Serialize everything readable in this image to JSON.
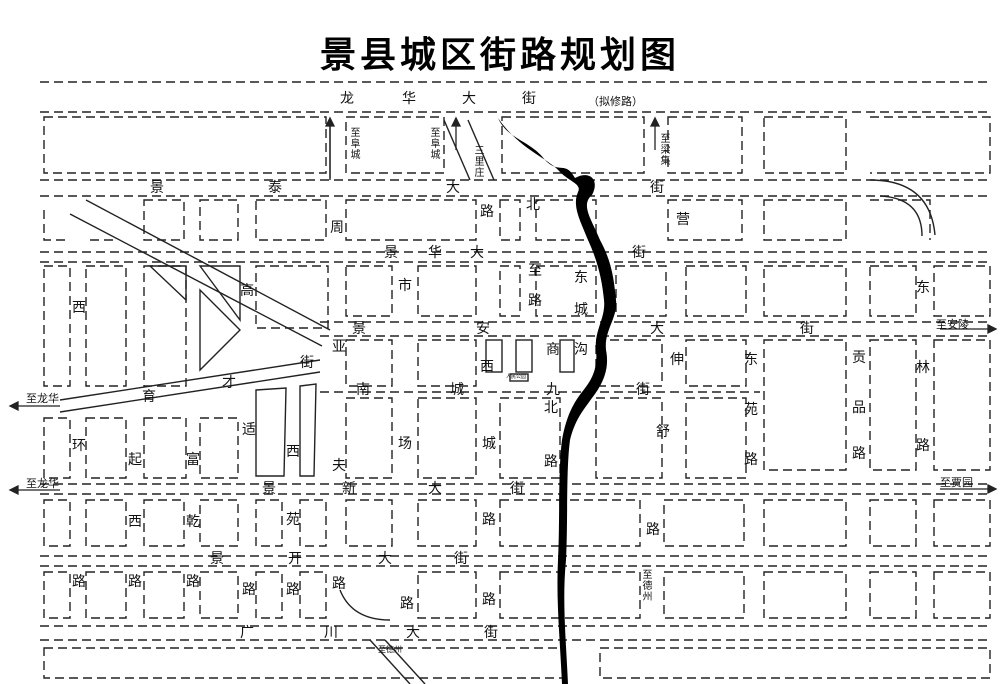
{
  "title": "景县城区街路规划图",
  "streets": {
    "longhua": {
      "chars": [
        "龙",
        "华",
        "大",
        "街"
      ],
      "note": "（拟修路）"
    },
    "jingtai": {
      "chars": [
        "景",
        "泰",
        "大",
        "街"
      ]
    },
    "jinghua": {
      "chars": [
        "景",
        "华",
        "大",
        "街"
      ]
    },
    "jingan": {
      "chars": [
        "景",
        "安",
        "大",
        "街"
      ]
    },
    "jingxin": {
      "chars": [
        "景",
        "新",
        "大",
        "街"
      ]
    },
    "jingkai": {
      "chars": [
        "景",
        "开",
        "大",
        "街"
      ]
    },
    "guangchuan": {
      "chars": [
        "广",
        "川",
        "大",
        "街"
      ]
    },
    "yucai": {
      "chars": [
        "育",
        "才",
        "街"
      ]
    },
    "nancheng": {
      "chars": [
        "南",
        "城",
        "街"
      ]
    },
    "zhou": {
      "chars": [
        "周"
      ]
    },
    "lu_a": {
      "chars": [
        "路"
      ]
    },
    "bei": {
      "chars": [
        "北"
      ]
    },
    "gao": {
      "chars": [
        "高"
      ]
    },
    "shi": {
      "chars": [
        "市"
      ]
    },
    "ying": {
      "chars": [
        "营"
      ]
    },
    "xi_a": {
      "chars": [
        "西"
      ]
    },
    "xi_b": {
      "chars": [
        "西"
      ]
    },
    "huan": {
      "chars": [
        "环"
      ]
    },
    "qi": {
      "chars": [
        "起"
      ]
    },
    "fu": {
      "chars": [
        "富"
      ]
    },
    "shi2": {
      "chars": [
        "适"
      ]
    },
    "xi_c": {
      "chars": [
        "西"
      ]
    },
    "fu2": {
      "chars": [
        "夫"
      ]
    },
    "chang": {
      "chars": [
        "场"
      ]
    },
    "cheng": {
      "chars": [
        "城"
      ]
    },
    "beilu": {
      "chars": [
        "北",
        "路"
      ]
    },
    "shen": {
      "chars": [
        "伸"
      ]
    },
    "shu": {
      "chars": [
        "舒"
      ]
    },
    "dong_a": {
      "chars": [
        "东"
      ]
    },
    "yuan": {
      "chars": [
        "苑"
      ]
    },
    "lu_b": {
      "chars": [
        "路"
      ]
    },
    "gong": {
      "chars": [
        "贡"
      ]
    },
    "pin": {
      "chars": [
        "品"
      ]
    },
    "lu_c": {
      "chars": [
        "路"
      ]
    },
    "dong_b": {
      "chars": [
        "东"
      ]
    },
    "lin": {
      "chars": [
        "林"
      ]
    },
    "lu_d": {
      "chars": [
        "路"
      ]
    },
    "zhi": {
      "chars": [
        "至"
      ]
    },
    "lu_e": {
      "chars": [
        "路"
      ]
    },
    "dong_c": {
      "chars": [
        "东"
      ]
    },
    "cheng2": {
      "chars": [
        "城"
      ]
    },
    "ya": {
      "chars": [
        "亚"
      ]
    },
    "shang": {
      "chars": [
        "商"
      ]
    },
    "xi_d": {
      "chars": [
        "西"
      ]
    },
    "gou": {
      "chars": [
        "沟"
      ]
    },
    "jiu": {
      "chars": [
        "九"
      ]
    },
    "qian": {
      "chars": [
        "乾"
      ]
    },
    "yuan2": {
      "chars": [
        "苑"
      ]
    },
    "lu_f": {
      "chars": [
        "路"
      ]
    },
    "lu_g": {
      "chars": [
        "路"
      ]
    },
    "lu_h": {
      "chars": [
        "路"
      ]
    },
    "lu_i": {
      "chars": [
        "路"
      ]
    },
    "lu_j": {
      "chars": [
        "路"
      ]
    },
    "lu_k": {
      "chars": [
        "路"
      ]
    },
    "lu_l": {
      "chars": [
        "路"
      ]
    },
    "lu_m": {
      "chars": [
        "路"
      ]
    },
    "lu_n": {
      "chars": [
        "路"
      ]
    },
    "lu_o": {
      "chars": [
        "路"
      ]
    },
    "lu_p": {
      "chars": [
        "路"
      ]
    }
  },
  "destinations": {
    "fucheng": "至阜城",
    "fucheng2": "至阜城",
    "sanli": "三里庄",
    "liangji": "至梁集",
    "anling": "至安陵",
    "longhua_w1": "至龙华",
    "longhua_w2": "至龙华",
    "jiaji": "至贾园",
    "dezhou": "至德州",
    "dezhou2": "至德州"
  },
  "legend": {
    "small_box": "人民公园"
  },
  "colors": {
    "line": "#222222",
    "river": "#000000",
    "background": "#ffffff"
  }
}
